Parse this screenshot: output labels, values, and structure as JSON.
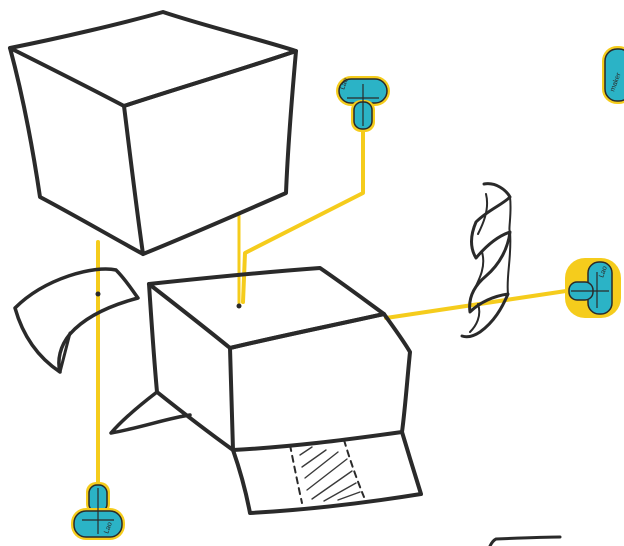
{
  "colors": {
    "background": "#ffffff",
    "ink": "#2a2a2a",
    "leader_line": "#f5cc1c",
    "tag_fill": "#2bb3c6",
    "tag_outline": "#f5cc1c",
    "hatch": "#3a3a3a"
  },
  "icons": {
    "top_right_tag": "maker-tag-icon",
    "side_tags": "maker-tag-icon"
  },
  "tags": {
    "top_left": "Lao",
    "top_right": "maker",
    "right_center": "Lao",
    "bottom_left": "Lao"
  }
}
